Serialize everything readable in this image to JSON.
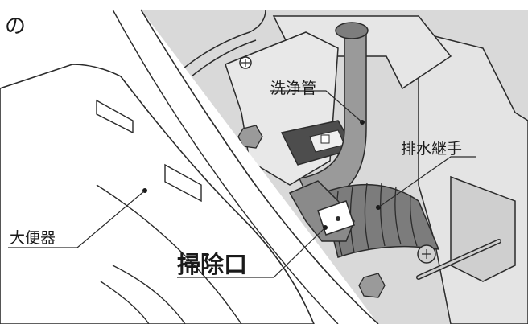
{
  "labels": {
    "top_left": "の",
    "pipe": "洗浄管",
    "joint": "排水継手",
    "toilet": "大便器",
    "cleanout": "掃除口"
  },
  "colors": {
    "background_panel": "#dcdcdc",
    "line": "#2b2b2b",
    "toilet_body": "#ffffff",
    "hose": "#7c7c7c",
    "pipe": "#9a9a9a"
  }
}
